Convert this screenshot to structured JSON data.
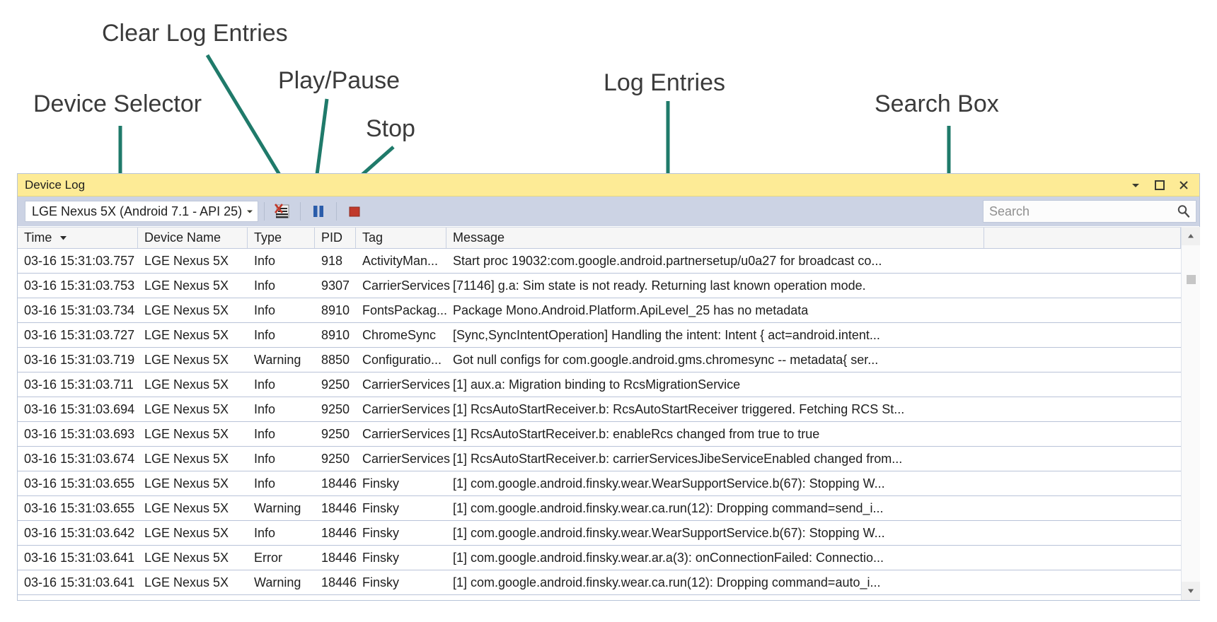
{
  "annotations": [
    {
      "id": "clear-log-entries",
      "label": "Clear Log Entries"
    },
    {
      "id": "play-pause",
      "label": "Play/Pause"
    },
    {
      "id": "device-selector",
      "label": "Device Selector"
    },
    {
      "id": "stop",
      "label": "Stop"
    },
    {
      "id": "log-entries",
      "label": "Log Entries"
    },
    {
      "id": "search-box",
      "label": "Search Box"
    }
  ],
  "window": {
    "title": "Device Log",
    "controls": [
      {
        "name": "window-dropdown-icon",
        "glyph": "chevron-down-icon"
      },
      {
        "name": "window-maximize-icon",
        "glyph": "maximize-icon"
      },
      {
        "name": "window-close-icon",
        "glyph": "close-icon"
      }
    ]
  },
  "toolbar": {
    "device_selector": {
      "value": "LGE Nexus 5X (Android 7.1 - API 25)",
      "icon": "chevron-down-icon"
    },
    "buttons": [
      {
        "name": "clear-log-button",
        "icon": "clear-log-icon",
        "title": "Clear Log Entries"
      },
      {
        "name": "play-pause-button",
        "icon": "pause-icon",
        "title": "Play/Pause"
      },
      {
        "name": "stop-button",
        "icon": "stop-square-icon",
        "title": "Stop"
      }
    ],
    "search": {
      "placeholder": "Search",
      "value": "",
      "icon": "search-icon"
    }
  },
  "grid": {
    "columns": [
      {
        "key": "time",
        "label": "Time",
        "sorted": true,
        "sort_icon": "sort-desc-icon"
      },
      {
        "key": "device",
        "label": "Device Name",
        "sorted": false
      },
      {
        "key": "type",
        "label": "Type",
        "sorted": false
      },
      {
        "key": "pid",
        "label": "PID",
        "sorted": false
      },
      {
        "key": "tag",
        "label": "Tag",
        "sorted": false
      },
      {
        "key": "message",
        "label": "Message",
        "sorted": false
      },
      {
        "key": "extra",
        "label": "",
        "sorted": false
      }
    ],
    "rows": [
      {
        "time": "03-16 15:31:03.757",
        "device": "LGE Nexus 5X",
        "type": "Info",
        "pid": "918",
        "tag": "ActivityMan...",
        "message": "Start proc 19032:com.google.android.partnersetup/u0a27 for broadcast co..."
      },
      {
        "time": "03-16 15:31:03.753",
        "device": "LGE Nexus 5X",
        "type": "Info",
        "pid": "9307",
        "tag": "CarrierServices",
        "message": "[71146] g.a: Sim state is not ready. Returning last known operation mode."
      },
      {
        "time": "03-16 15:31:03.734",
        "device": "LGE Nexus 5X",
        "type": "Info",
        "pid": "8910",
        "tag": "FontsPackag...",
        "message": "Package Mono.Android.Platform.ApiLevel_25 has no metadata"
      },
      {
        "time": "03-16 15:31:03.727",
        "device": "LGE Nexus 5X",
        "type": "Info",
        "pid": "8910",
        "tag": "ChromeSync",
        "message": "[Sync,SyncIntentOperation] Handling the intent: Intent { act=android.intent..."
      },
      {
        "time": "03-16 15:31:03.719",
        "device": "LGE Nexus 5X",
        "type": "Warning",
        "pid": "8850",
        "tag": "Configuratio...",
        "message": "Got null configs for com.google.android.gms.chromesync -- metadata{ ser..."
      },
      {
        "time": "03-16 15:31:03.711",
        "device": "LGE Nexus 5X",
        "type": "Info",
        "pid": "9250",
        "tag": "CarrierServices",
        "message": "[1] aux.a: Migration binding to RcsMigrationService"
      },
      {
        "time": "03-16 15:31:03.694",
        "device": "LGE Nexus 5X",
        "type": "Info",
        "pid": "9250",
        "tag": "CarrierServices",
        "message": "[1] RcsAutoStartReceiver.b: RcsAutoStartReceiver triggered. Fetching RCS St..."
      },
      {
        "time": "03-16 15:31:03.693",
        "device": "LGE Nexus 5X",
        "type": "Info",
        "pid": "9250",
        "tag": "CarrierServices",
        "message": "[1] RcsAutoStartReceiver.b: enableRcs changed from true to true"
      },
      {
        "time": "03-16 15:31:03.674",
        "device": "LGE Nexus 5X",
        "type": "Info",
        "pid": "9250",
        "tag": "CarrierServices",
        "message": "[1] RcsAutoStartReceiver.b: carrierServicesJibeServiceEnabled changed from..."
      },
      {
        "time": "03-16 15:31:03.655",
        "device": "LGE Nexus 5X",
        "type": "Info",
        "pid": "18446",
        "tag": "Finsky",
        "message": "[1] com.google.android.finsky.wear.WearSupportService.b(67): Stopping W..."
      },
      {
        "time": "03-16 15:31:03.655",
        "device": "LGE Nexus 5X",
        "type": "Warning",
        "pid": "18446",
        "tag": "Finsky",
        "message": "[1] com.google.android.finsky.wear.ca.run(12): Dropping command=send_i..."
      },
      {
        "time": "03-16 15:31:03.642",
        "device": "LGE Nexus 5X",
        "type": "Info",
        "pid": "18446",
        "tag": "Finsky",
        "message": "[1] com.google.android.finsky.wear.WearSupportService.b(67): Stopping W..."
      },
      {
        "time": "03-16 15:31:03.641",
        "device": "LGE Nexus 5X",
        "type": "Error",
        "pid": "18446",
        "tag": "Finsky",
        "message": "[1] com.google.android.finsky.wear.ar.a(3): onConnectionFailed: Connectio..."
      },
      {
        "time": "03-16 15:31:03.641",
        "device": "LGE Nexus 5X",
        "type": "Warning",
        "pid": "18446",
        "tag": "Finsky",
        "message": "[1] com.google.android.finsky.wear.ca.run(12): Dropping command=auto_i..."
      }
    ]
  },
  "colors": {
    "annotation_text": "#3b3b3b",
    "annotation_line": "#1f7a6a",
    "titlebar": "#fdeb96",
    "toolbar": "#ccd3e4",
    "grid_line": "#b9c3d8",
    "stop_red": "#c0392b",
    "pause_blue": "#2a5caa"
  }
}
